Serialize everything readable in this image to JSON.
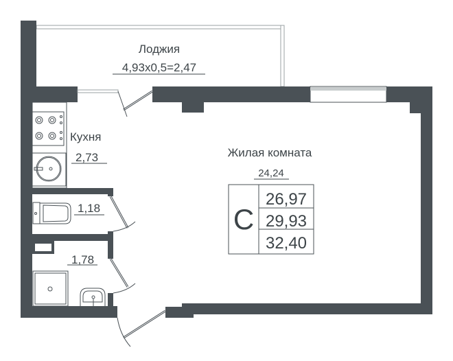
{
  "rooms": {
    "loggia": {
      "name": "Лоджия",
      "area": "4,93x0,5=2,47"
    },
    "kitchen": {
      "name": "Кухня",
      "area": "2,73"
    },
    "toilet": {
      "area": "1,18"
    },
    "bathroom": {
      "area": "1,78"
    },
    "living": {
      "name": "Жилая комната",
      "area": "24,24"
    }
  },
  "summary": {
    "type_letter": "С",
    "areas": [
      "26,97",
      "29,93",
      "32,40"
    ]
  },
  "colors": {
    "wall": "#4a5156",
    "text": "#3d4448"
  }
}
